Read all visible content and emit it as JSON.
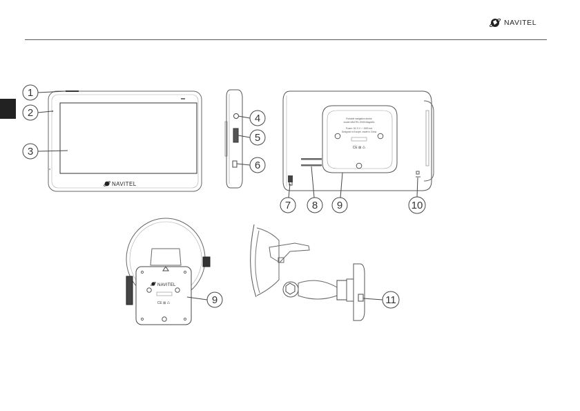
{
  "brand": {
    "name": "NAVITEL",
    "icon": "navitel-planet-icon"
  },
  "device_logo": "NAVITEL",
  "callouts": [
    "1",
    "2",
    "3",
    "4",
    "5",
    "6",
    "7",
    "8",
    "9",
    "10",
    "9",
    "11"
  ],
  "back_label": {
    "line1": "Portable navigation device",
    "line2": "model NAVITEL E505 Magnetic",
    "line3": "Power: DC 5 V ⎓ 1500 mA",
    "line4": "Designed in Europe, made in China"
  },
  "marks": "CE  ⊠  ♺",
  "side_tab_color": "#222222"
}
